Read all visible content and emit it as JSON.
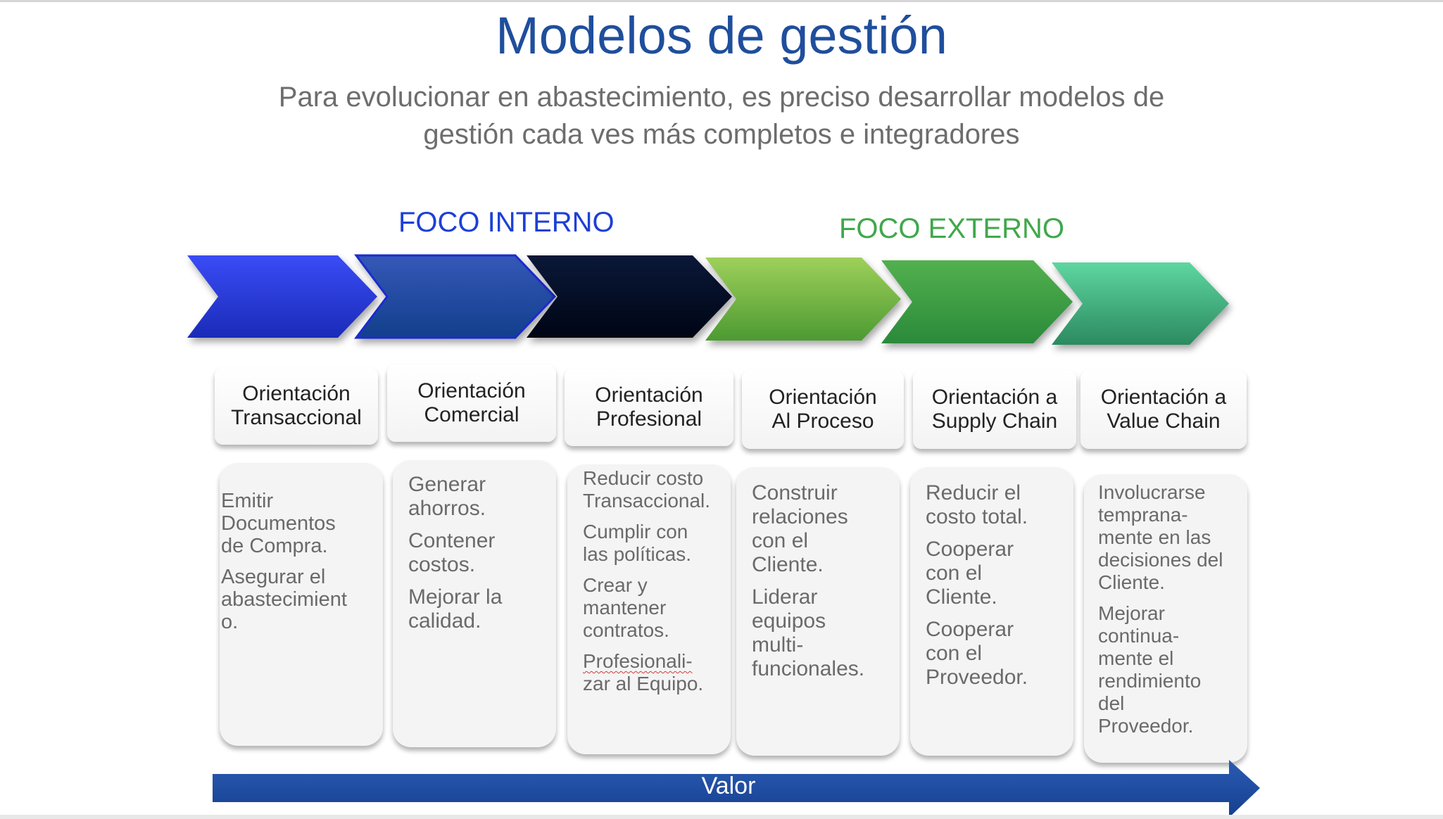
{
  "title": "Modelos de gestión",
  "subtitle": {
    "line1": "Para evolucionar en abastecimiento, es preciso desarrollar modelos de",
    "line2": "gestión cada ves más completos e integradores"
  },
  "focus": {
    "internal": "FOCO INTERNO",
    "external": "FOCO EXTERNO",
    "internal_color": "#1d3fd6",
    "external_color": "#3fa84a"
  },
  "stages": [
    {
      "title_lines": [
        "Orientación",
        "Transaccional"
      ],
      "desc": [
        [
          "Emitir",
          "Documentos",
          "de Compra."
        ],
        [
          "Asegurar el",
          "abastecimient",
          "o."
        ]
      ]
    },
    {
      "title_lines": [
        "Orientación",
        "Comercial"
      ],
      "desc": [
        [
          "Generar",
          "ahorros."
        ],
        [
          "Contener",
          "costos."
        ],
        [
          "Mejorar la",
          "calidad."
        ]
      ]
    },
    {
      "title_lines": [
        "Orientación",
        "Profesional"
      ],
      "desc": [
        [
          "Reducir costo",
          "Transaccional."
        ],
        [
          "Cumplir con",
          "las políticas."
        ],
        [
          "Crear y",
          "mantener",
          "contratos."
        ],
        [
          "Profesionali-",
          "zar al Equipo."
        ]
      ]
    },
    {
      "title_lines": [
        "Orientación",
        "Al Proceso"
      ],
      "desc": [
        [
          "Construir",
          "relaciones",
          "con el",
          "Cliente."
        ],
        [
          "Liderar",
          "equipos",
          "multi-",
          "funcionales."
        ]
      ]
    },
    {
      "title_lines": [
        "Orientación a",
        "Supply Chain"
      ],
      "desc": [
        [
          "Reducir el",
          "costo total."
        ],
        [
          "Cooperar",
          "con el",
          "Cliente."
        ],
        [
          "Cooperar",
          "con el",
          "Proveedor."
        ]
      ]
    },
    {
      "title_lines": [
        "Orientación a",
        "Value Chain"
      ],
      "desc": [
        [
          "Involucrarse",
          "temprana-",
          "mente en  las",
          "decisiones del",
          "Cliente."
        ],
        [
          "Mejorar",
          "continua-",
          "mente el",
          "rendimiento",
          "del",
          "Proveedor."
        ]
      ]
    }
  ],
  "value_arrow": {
    "label": "Valor",
    "color": "#1f4e9c"
  },
  "chevron_colors": [
    [
      "#3a4cf5",
      "#1a2bb8"
    ],
    [
      "#3558b8",
      "#123f8c"
    ],
    [
      "#0a1838",
      "#000514"
    ],
    [
      "#9ed05a",
      "#4c9a32"
    ],
    [
      "#52b04e",
      "#2a8a3a"
    ],
    [
      "#5ed6a0",
      "#2b8a60"
    ]
  ]
}
